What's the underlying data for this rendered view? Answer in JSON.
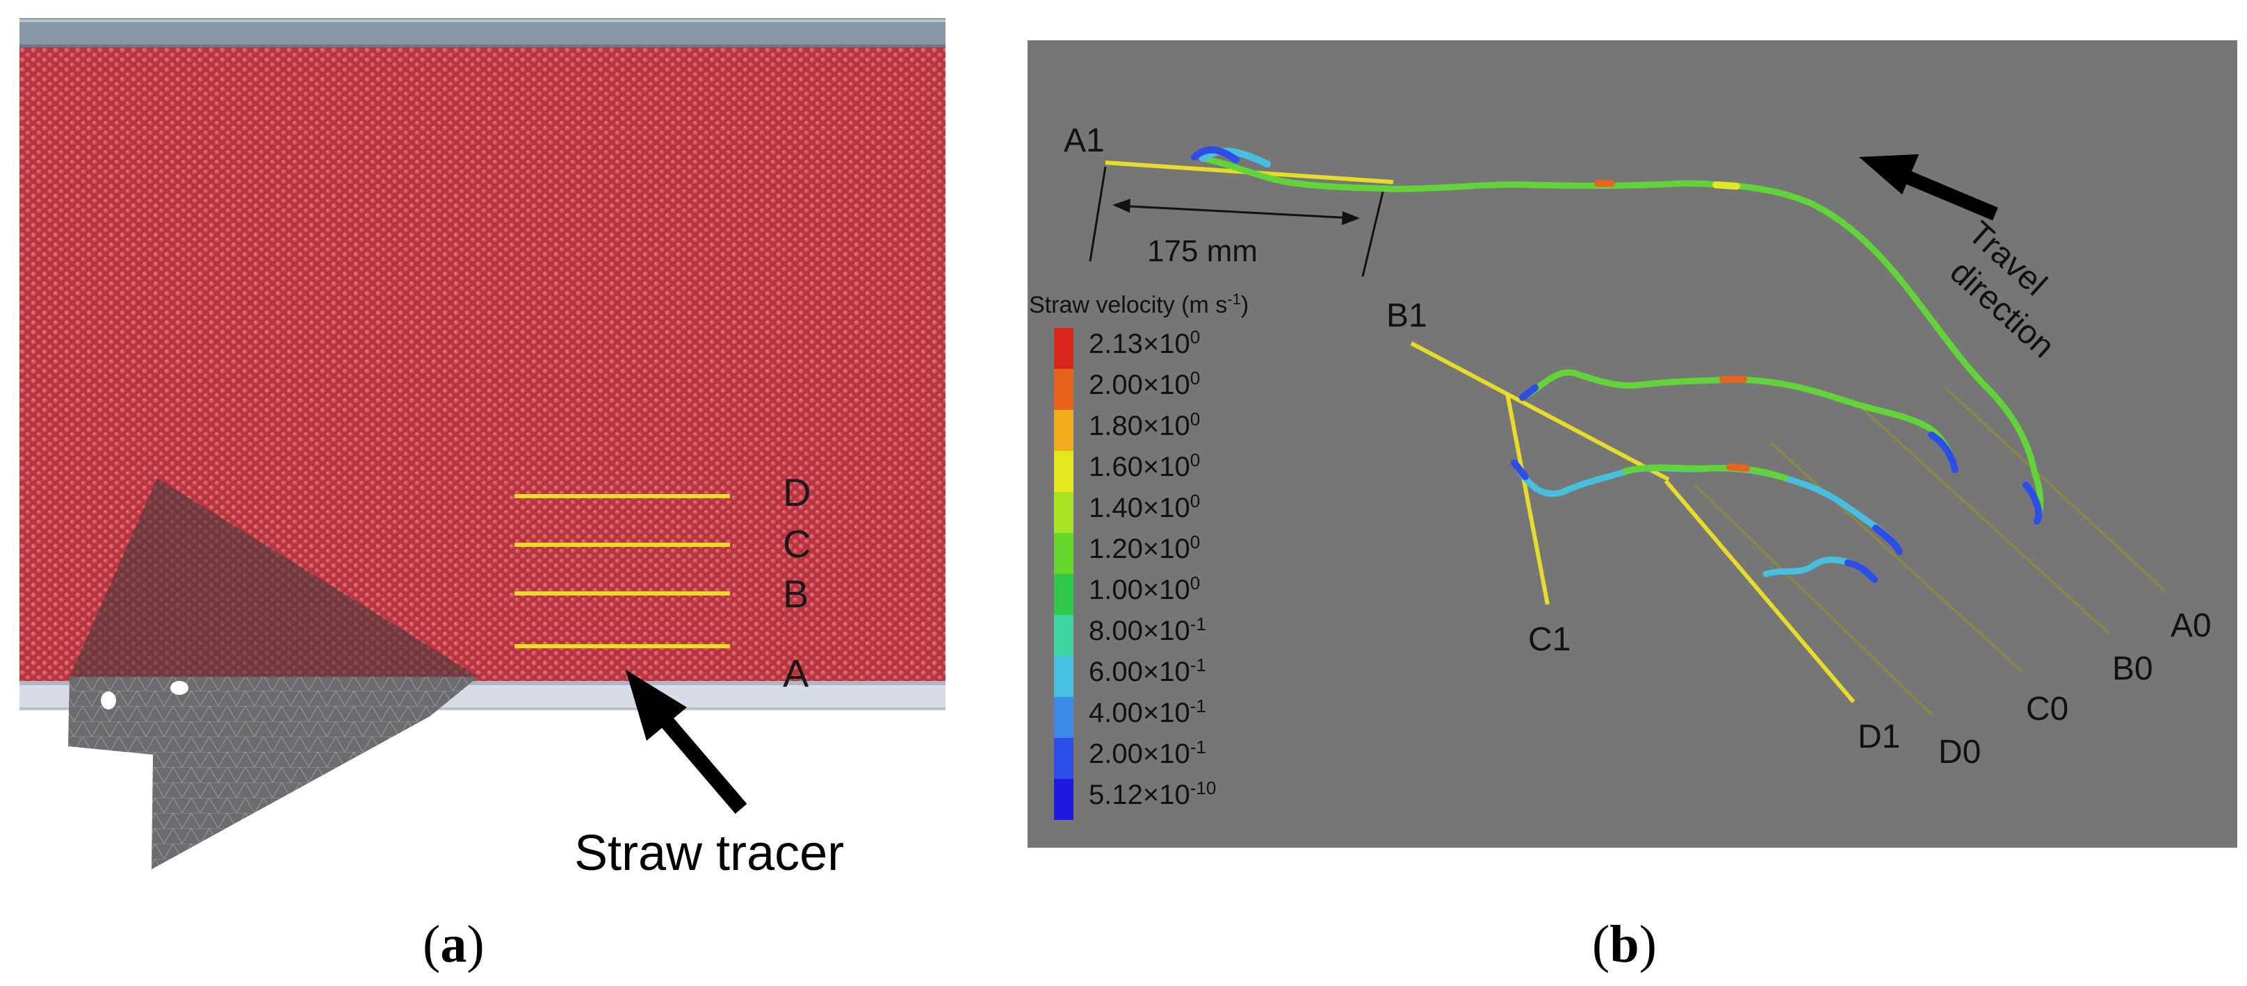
{
  "panel_a": {
    "tracer_labels": [
      "D",
      "C",
      "B",
      "A"
    ],
    "arrow_label": "Straw tracer",
    "caption": {
      "open": "(",
      "letter": "a",
      "close": ")"
    },
    "colors": {
      "soil": "#c2424b",
      "plate": "#8a99aa",
      "tool": "#6e6e70",
      "tracer": "#e7dc2a"
    }
  },
  "panel_b": {
    "scale_label": "175 mm",
    "legend_title": "Straw velocity (m s",
    "legend_title_sup": "-1",
    "legend_title_end": ")",
    "direction_label_1": "Travel",
    "direction_label_2": "direction",
    "point_labels": {
      "A1": "A1",
      "B1": "B1",
      "C1": "C1",
      "D1": "D1",
      "A0": "A0",
      "B0": "B0",
      "C0": "C0",
      "D0": "D0"
    },
    "legend": [
      {
        "mant": "2.13",
        "exp": "0",
        "color": "#d7261e"
      },
      {
        "mant": "2.00",
        "exp": "0",
        "color": "#e8641c"
      },
      {
        "mant": "1.80",
        "exp": "0",
        "color": "#f2ad1d"
      },
      {
        "mant": "1.60",
        "exp": "0",
        "color": "#e3e71f"
      },
      {
        "mant": "1.40",
        "exp": "0",
        "color": "#a9e324"
      },
      {
        "mant": "1.20",
        "exp": "0",
        "color": "#64d62c"
      },
      {
        "mant": "1.00",
        "exp": "0",
        "color": "#2fc84a"
      },
      {
        "mant": "8.00",
        "exp": "-1",
        "color": "#3dd6a4"
      },
      {
        "mant": "6.00",
        "exp": "-1",
        "color": "#47c0e0"
      },
      {
        "mant": "4.00",
        "exp": "-1",
        "color": "#3c8ae8"
      },
      {
        "mant": "2.00",
        "exp": "-1",
        "color": "#2c4ee6"
      },
      {
        "mant": "5.12",
        "exp": "-10",
        "color": "#1f1ae0"
      }
    ],
    "times": "×10",
    "caption": {
      "open": "(",
      "letter": "b",
      "close": ")"
    },
    "colors": {
      "background": "#767676",
      "tracer": "#e7dc2a",
      "guide": "#8f8a3e"
    }
  }
}
